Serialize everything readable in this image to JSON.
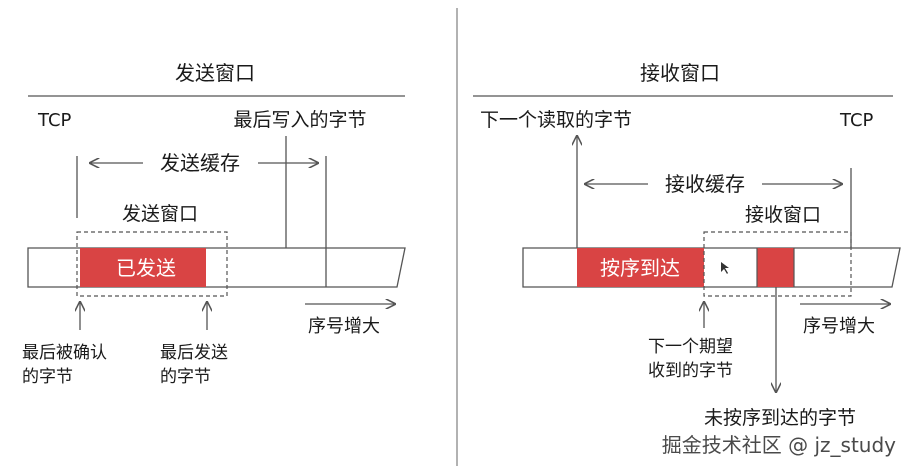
{
  "send": {
    "title": "发送窗口",
    "protocol": "TCP",
    "last_written": "最后写入的字节",
    "buffer": "发送缓存",
    "window": "发送窗口",
    "sent": "已发送",
    "last_acked_line1": "最后被确认",
    "last_acked_line2": "的字节",
    "last_sent_line1": "最后发送",
    "last_sent_line2": "的字节",
    "seq_increase": "序号增大"
  },
  "recv": {
    "title": "接收窗口",
    "protocol": "TCP",
    "next_read": "下一个读取的字节",
    "buffer": "接收缓存",
    "window": "接收窗口",
    "in_order": "按序到达",
    "next_expected_line1": "下一个期望",
    "next_expected_line2": "收到的字节",
    "seq_increase": "序号增大",
    "out_of_order": "未按序到达的字节"
  },
  "watermark": "掘金技术社区 @ jz_study",
  "colors": {
    "accent": "#d94444",
    "line": "#555555",
    "divider": "#999999"
  }
}
